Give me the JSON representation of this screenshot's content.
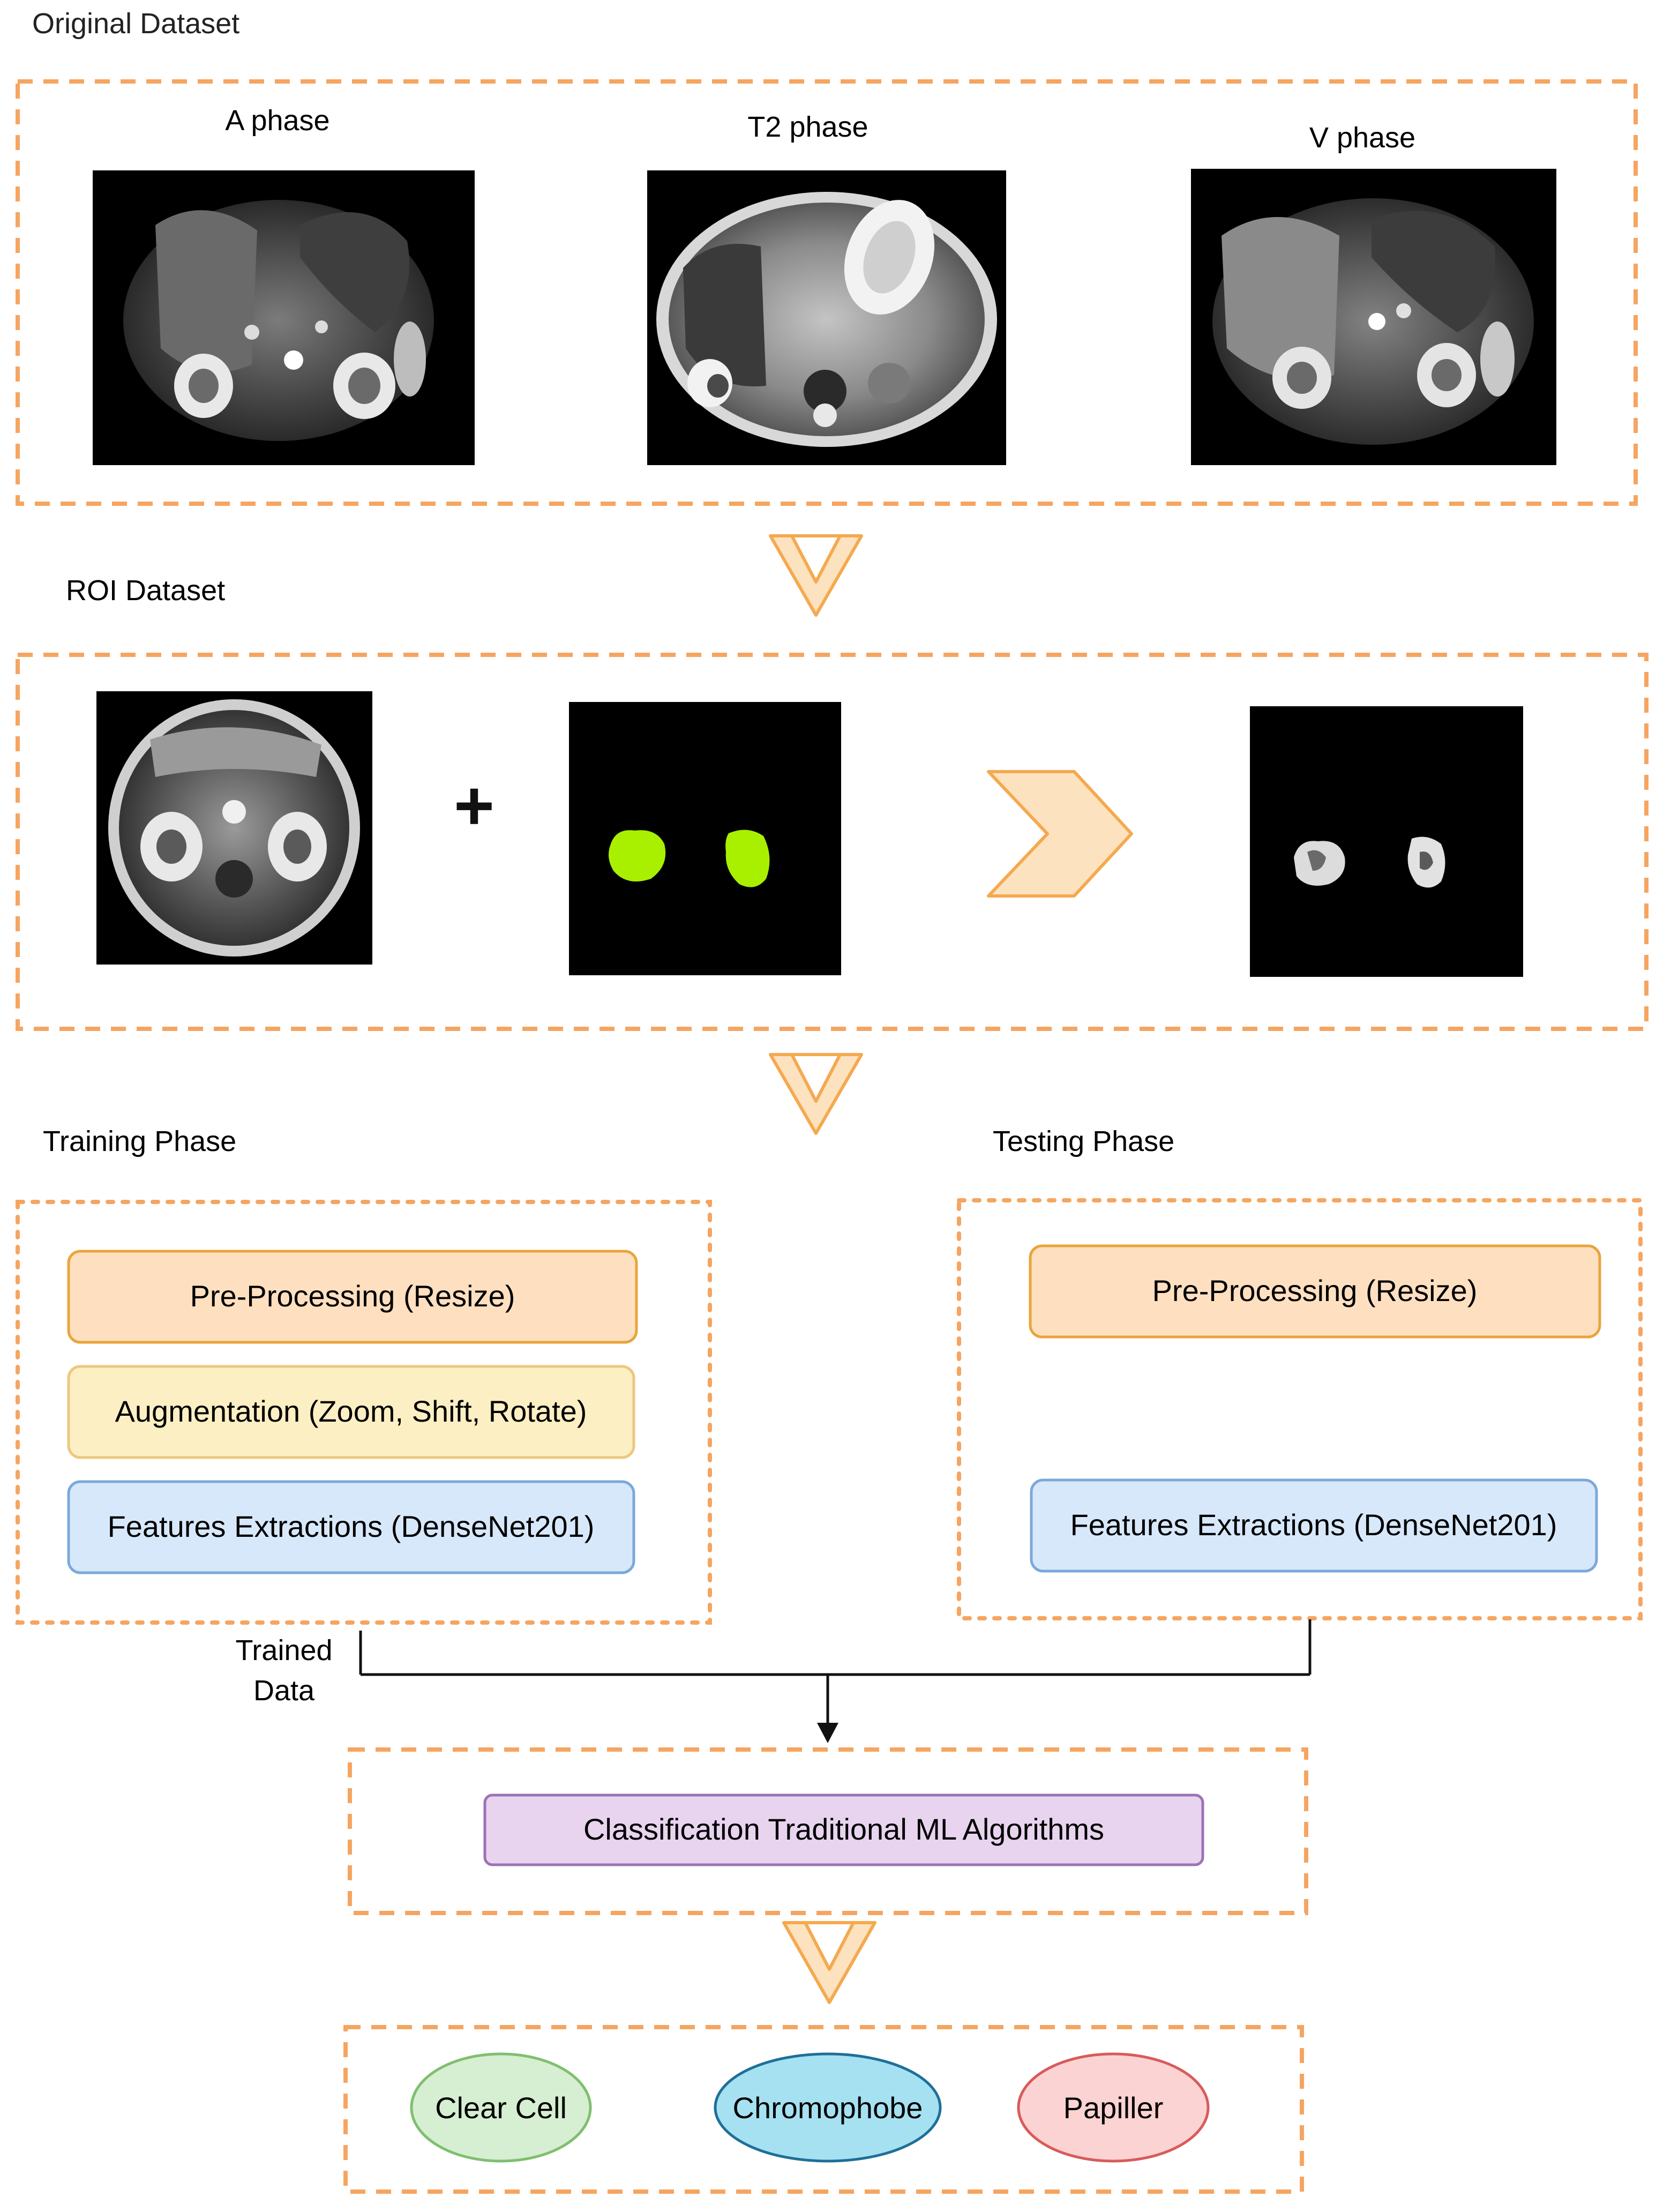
{
  "sections": {
    "original": {
      "title": "Original Dataset",
      "phases": [
        {
          "label": "A phase"
        },
        {
          "label": "T2 phase"
        },
        {
          "label": "V phase"
        }
      ]
    },
    "roi": {
      "title": "ROI Dataset",
      "plus": "+"
    },
    "training": {
      "title": "Training Phase",
      "steps": [
        {
          "label": "Pre-Processing (Resize)"
        },
        {
          "label": "Augmentation (Zoom, Shift, Rotate)"
        },
        {
          "label": "Features Extractions (DenseNet201)"
        }
      ]
    },
    "testing": {
      "title": "Testing Phase",
      "steps": [
        {
          "label": "Pre-Processing (Resize)"
        },
        {
          "label": "Features Extractions (DenseNet201)"
        }
      ]
    },
    "trained_data": {
      "line1": "Trained",
      "line2": "Data"
    },
    "classification": {
      "label": "Classification Traditional ML Algorithms"
    },
    "outputs": [
      {
        "label": "Clear Cell"
      },
      {
        "label": "Chromophobe"
      },
      {
        "label": "Papiller"
      }
    ]
  },
  "colors": {
    "dashed_border": "#f5a561",
    "chevron_fill": "#fde2c0",
    "chevron_stroke": "#f5a94f",
    "box_orange": "#fee0c1",
    "box_yellow": "#fdefc4",
    "box_blue": "#d8e8fb",
    "box_purple": "#e8d4ef",
    "ellipse_green": "#d6eed1",
    "ellipse_cyan": "#a6e1f2",
    "ellipse_red": "#fbd3d3",
    "roi_green": "#a8f000"
  }
}
